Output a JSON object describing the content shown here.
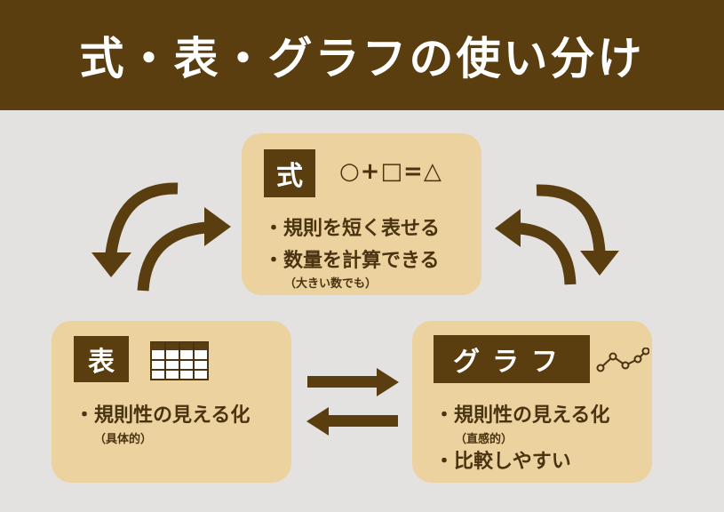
{
  "title": "式・表・グラフの使い分け",
  "formula": {
    "badge": "式",
    "symbols": "○+□=△",
    "bullets": [
      "・規則を短く表せる",
      "・数量を計算できる"
    ],
    "note": "（大きい数でも）"
  },
  "table": {
    "badge": "表",
    "bullets": [
      "・規則性の見える化"
    ],
    "note": "（具体的）"
  },
  "graph": {
    "badge": "グラフ",
    "bullets": [
      "・規則性の見える化",
      "・比較しやすい"
    ],
    "note": "（直感的）"
  },
  "colors": {
    "brown": "#5a3e10",
    "card": "#ecd29f",
    "background": "#e4e2e1"
  }
}
